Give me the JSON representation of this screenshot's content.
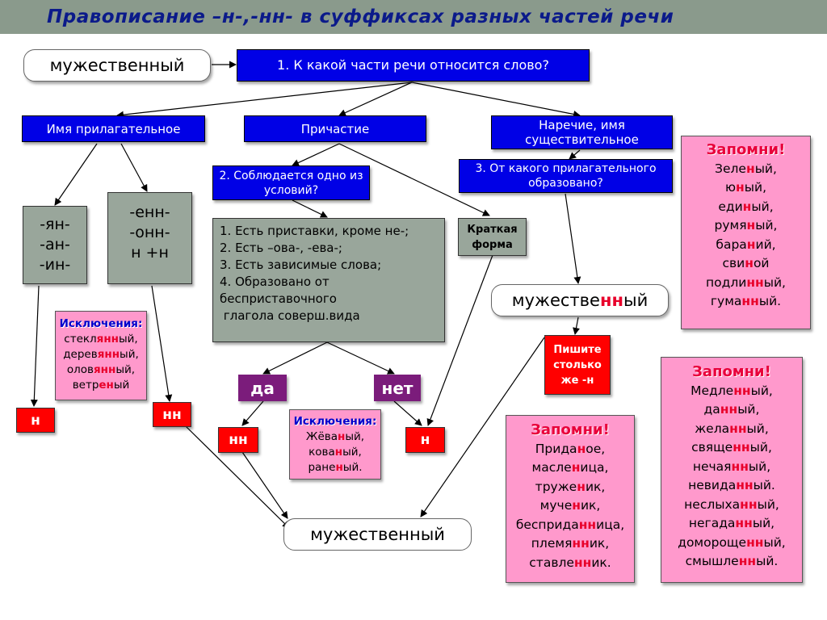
{
  "title": "Правописание –н-,-нн- в суффиксах разных частей речи",
  "word_top": "мужественный",
  "word_bottom": "мужественный",
  "question1": "1. К какой части речи относится слово?",
  "category_adjective": "Имя прилагательное",
  "category_participle": "Причастие",
  "category_adverb": "Наречие, имя существительное",
  "question2": "2. Соблюдается одно из условий?",
  "question3": "3. От какого прилагательного образовано?",
  "suffixes_n": [
    "-ян-",
    "-ан-",
    "-ин-"
  ],
  "suffixes_nn": [
    "-енн-",
    "-онн-"
  ],
  "suffix_n_plus": "н +н",
  "conditions": [
    "1. Есть приставки, кроме не-;",
    "2. Есть –ова-, -ева-;",
    "3. Есть зависимые слова;",
    "4. Образовано от",
    "бесприставочного",
    " глагола соверш.вида"
  ],
  "short_form": "Краткая форма",
  "word_mid_pre": "мужестве",
  "word_mid_hl": "нн",
  "word_mid_post": "ый",
  "write_as_many": "Пишите столько же -н",
  "yes": "да",
  "no": "нет",
  "result_n": "н",
  "result_nn": "нн",
  "exceptions_head": "Исключения:",
  "exceptions1": [
    {
      "pre": "стекл",
      "hl": "янн",
      "post": "ый,"
    },
    {
      "pre": "дерев",
      "hl": "янн",
      "post": "ый,"
    },
    {
      "pre": "олов",
      "hl": "янн",
      "post": "ый,"
    },
    {
      "pre": "ветр",
      "hl": "ен",
      "post": "ый"
    }
  ],
  "exceptions2": [
    {
      "pre": "Жёва",
      "hl": "н",
      "post": "ый,"
    },
    {
      "pre": "кова",
      "hl": "н",
      "post": "ый,"
    },
    {
      "pre": "ране",
      "hl": "н",
      "post": "ый."
    }
  ],
  "remember_head": "Запомни!",
  "remember1": [
    {
      "pre": "Зеле",
      "hl": "н",
      "post": "ый,"
    },
    {
      "pre": "ю",
      "hl": "н",
      "post": "ый,"
    },
    {
      "pre": "еди",
      "hl": "н",
      "post": "ый,"
    },
    {
      "pre": "румя",
      "hl": "н",
      "post": "ый,"
    },
    {
      "pre": "бара",
      "hl": "н",
      "post": "ий,"
    },
    {
      "pre": "сви",
      "hl": "н",
      "post": "ой"
    },
    {
      "pre": "подли",
      "hl": "нн",
      "post": "ый,"
    },
    {
      "pre": "гума",
      "hl": "нн",
      "post": "ый."
    }
  ],
  "remember2": [
    {
      "pre": "Прида",
      "hl": "н",
      "post": "ое,"
    },
    {
      "pre": "масле",
      "hl": "н",
      "post": "ица,"
    },
    {
      "pre": "труже",
      "hl": "н",
      "post": "ик,"
    },
    {
      "pre": "муче",
      "hl": "н",
      "post": "ик,"
    },
    {
      "pre": "бесприда",
      "hl": "нн",
      "post": "ица,"
    },
    {
      "pre": "племя",
      "hl": "нн",
      "post": "ик,"
    },
    {
      "pre": "ставле",
      "hl": "нн",
      "post": "ик."
    }
  ],
  "remember3": [
    {
      "pre": "Медле",
      "hl": "нн",
      "post": "ый,"
    },
    {
      "pre": "да",
      "hl": "нн",
      "post": "ый,"
    },
    {
      "pre": "жела",
      "hl": "нн",
      "post": "ый,"
    },
    {
      "pre": "свяще",
      "hl": "нн",
      "post": "ый,"
    },
    {
      "pre": "нечая",
      "hl": "нн",
      "post": "ый,"
    },
    {
      "pre": "невида",
      "hl": "нн",
      "post": "ый."
    },
    {
      "pre": "неслыха",
      "hl": "нн",
      "post": "ый,"
    },
    {
      "pre": "негада",
      "hl": "нн",
      "post": "ый,"
    },
    {
      "pre": "домороще",
      "hl": "нн",
      "post": "ый,"
    },
    {
      "pre": "смышле",
      "hl": "нн",
      "post": "ый."
    }
  ],
  "colors": {
    "header_bg": "#8a9a8c",
    "title": "#0b1a8a",
    "blue_box": "#0000e6",
    "grey_box": "#99a69b",
    "pink_box": "#ff99cc",
    "red_box": "#ff0000",
    "purple_box": "#7b1c7b",
    "highlight": "#e8002a"
  }
}
